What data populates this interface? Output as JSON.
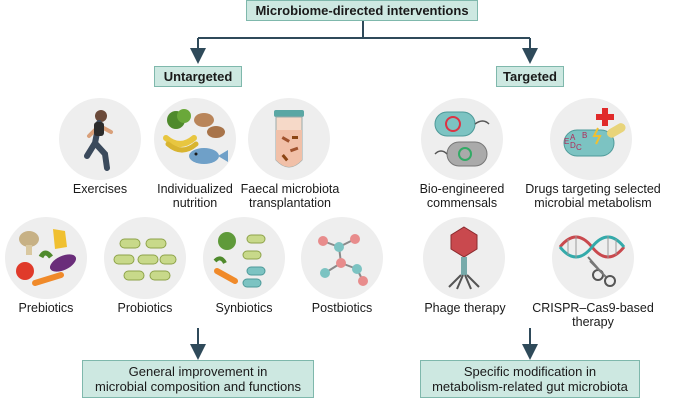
{
  "title": "Microbiome-directed interventions",
  "branches": {
    "untargeted": {
      "label": "Untargeted",
      "items": [
        "Exercises",
        "Individualized nutrition",
        "Faecal microbiota transplantation",
        "Prebiotics",
        "Probiotics",
        "Synbiotics",
        "Postbiotics"
      ],
      "outcome": "General improvement in microbial composition and functions"
    },
    "targeted": {
      "label": "Targeted",
      "items": [
        "Bio-engineered commensals",
        "Drugs targeting selected microbial metabolism",
        "Phage therapy",
        "CRISPR–Cas9-based therapy"
      ],
      "outcome": "Specific modification in metabolism-related gut microbiota"
    }
  },
  "labels": {
    "exercises": "Exercises",
    "nutrition_1": "Individualized",
    "nutrition_2": "nutrition",
    "fmt_1": "Faecal microbiota",
    "fmt_2": "transplantation",
    "prebiotics": "Prebiotics",
    "probiotics": "Probiotics",
    "synbiotics": "Synbiotics",
    "postbiotics": "Postbiotics",
    "bioeng_1": "Bio-engineered",
    "bioeng_2": "commensals",
    "drugs_1": "Drugs targeting selected",
    "drugs_2": "microbial metabolism",
    "phage": "Phage therapy",
    "crispr_1": "CRISPR–Cas9-based",
    "crispr_2": "therapy",
    "outcome_untargeted_1": "General improvement in",
    "outcome_untargeted_2": "microbial composition and functions",
    "outcome_targeted_1": "Specific modification in",
    "outcome_targeted_2": "metabolism-related gut microbiota",
    "enzyme_letters": [
      "A",
      "B",
      "C",
      "D",
      "E"
    ]
  },
  "colors": {
    "box_fill": "#cde8e1",
    "box_border": "#7fb8ac",
    "arrow": "#2f4a5a",
    "circle_bg": "#eeeeee",
    "bacteria_green": "#c8d98a",
    "bacteria_teal": "#7cc3c2",
    "phage_red": "#c9494e",
    "molecule_pink": "#e88c8c"
  },
  "icons": [
    "runner-icon",
    "food-icon",
    "stool-tube-icon",
    "vegetables-icon",
    "bacteria-icon",
    "synbiotic-icon",
    "molecule-icon",
    "engineered-bacteria-icon",
    "drug-bacteria-icon",
    "phage-icon",
    "dna-scissors-icon"
  ]
}
